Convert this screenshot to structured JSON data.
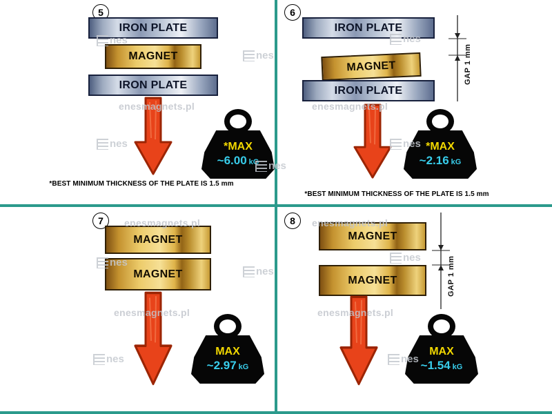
{
  "colors": {
    "divider": "#2b9a8c",
    "arrow": "#e8431a",
    "max_label": "#f2d800",
    "value": "#38cdeb",
    "iron_plate": "#8b99b4",
    "magnet": "#eccb6a"
  },
  "watermark": {
    "site": "enesmagnets.pl",
    "logo_nes": "nes"
  },
  "panels": [
    {
      "number": "5",
      "stack": [
        {
          "type": "iron",
          "label": "IRON PLATE"
        },
        {
          "type": "magnet",
          "label": "MAGNET"
        },
        {
          "type": "iron",
          "label": "IRON PLATE"
        }
      ],
      "gap": null,
      "weight": {
        "max": "*MAX",
        "value": "~6.00",
        "unit": "kG"
      },
      "footnote": "*BEST MINIMUM THICKNESS OF THE PLATE IS 1.5 mm"
    },
    {
      "number": "6",
      "stack": [
        {
          "type": "iron",
          "label": "IRON PLATE"
        },
        {
          "type": "magnet",
          "label": "MAGNET"
        },
        {
          "type": "iron",
          "label": "IRON PLATE"
        }
      ],
      "gap": "GAP 1 mm",
      "weight": {
        "max": "*MAX",
        "value": "~2.16",
        "unit": "kG"
      },
      "footnote": "*BEST MINIMUM THICKNESS OF THE PLATE IS 1.5 mm"
    },
    {
      "number": "7",
      "stack": [
        {
          "type": "magnet",
          "label": "MAGNET"
        },
        {
          "type": "magnet",
          "label": "MAGNET"
        }
      ],
      "gap": null,
      "weight": {
        "max": "MAX",
        "value": "~2.97",
        "unit": "kG"
      },
      "footnote": null
    },
    {
      "number": "8",
      "stack": [
        {
          "type": "magnet",
          "label": "MAGNET"
        },
        {
          "type": "magnet",
          "label": "MAGNET"
        }
      ],
      "gap": "GAP 1 mm",
      "weight": {
        "max": "MAX",
        "value": "~1.54",
        "unit": "kG"
      },
      "footnote": null
    }
  ]
}
